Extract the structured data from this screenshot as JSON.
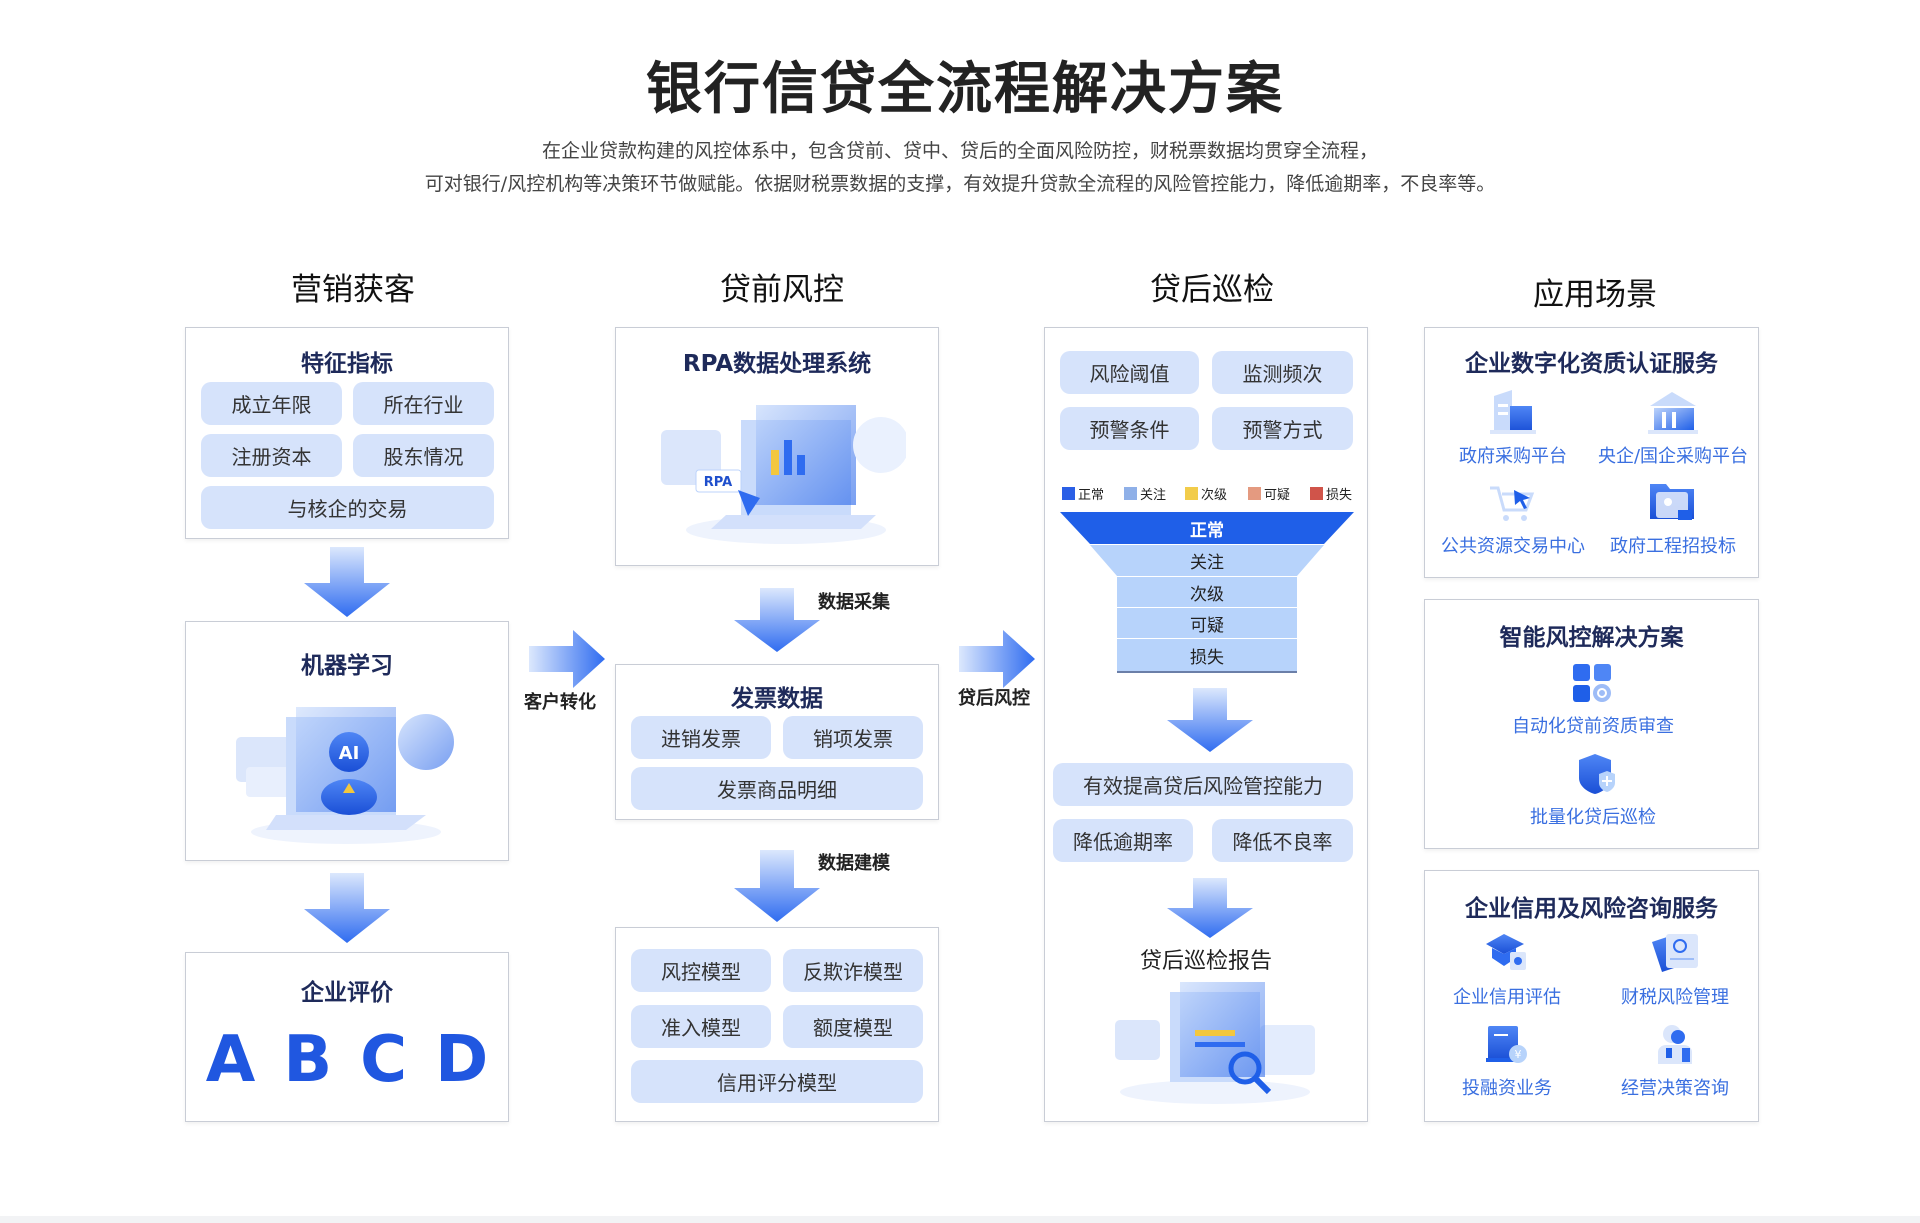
{
  "title": "银行信贷全流程解决方案",
  "subtitle": [
    "在企业贷款构建的风控体系中，包含贷前、贷中、贷后的全面风险防控，财税票数据均贯穿全流程，",
    "可对银行/风控机构等决策环节做赋能。依据财税票数据的支撑，有效提升贷款全流程的风险管控能力，降低逾期率，不良率等。"
  ],
  "columns": [
    "营销获客",
    "贷前风控",
    "贷后巡检",
    "应用场景"
  ],
  "col1": {
    "features_title": "特征指标",
    "features": [
      "成立年限",
      "所在行业",
      "注册资本",
      "股东情况",
      "与核企的交易"
    ],
    "ml_title": "机器学习",
    "ml_badge": "AI",
    "eval_title": "企业评价",
    "grades": [
      "A",
      "B",
      "C",
      "D"
    ]
  },
  "col2": {
    "rpa_title": "RPA数据处理系统",
    "rpa_badge": "RPA",
    "step1": "数据采集",
    "invoice_title": "发票数据",
    "invoice": [
      "进销发票",
      "销项发票",
      "发票商品明细"
    ],
    "step2": "数据建模",
    "models": [
      "风控模型",
      "反欺诈模型",
      "准入模型",
      "额度模型",
      "信用评分模型"
    ]
  },
  "connectors": {
    "left": "客户转化",
    "right": "贷后风控"
  },
  "col3": {
    "params": [
      "风险阈值",
      "监测频次",
      "预警条件",
      "预警方式"
    ],
    "legend": [
      {
        "label": "正常",
        "color": "#2a5fe6"
      },
      {
        "label": "关注",
        "color": "#8fb0e8"
      },
      {
        "label": "次级",
        "color": "#f2cc4a"
      },
      {
        "label": "可疑",
        "color": "#e49a80"
      },
      {
        "label": "损失",
        "color": "#d0544a"
      }
    ],
    "funnel": [
      "正常",
      "关注",
      "次级",
      "可疑",
      "损失"
    ],
    "effect": "有效提高贷后风险管控能力",
    "results": [
      "降低逾期率",
      "降低不良率"
    ],
    "report": "贷后巡检报告"
  },
  "col4": {
    "groups": [
      {
        "title": "企业数字化资质认证服务",
        "items": [
          {
            "label": "政府采购平台",
            "icon": "building-icon"
          },
          {
            "label": "央企/国企采购平台",
            "icon": "bank-icon"
          },
          {
            "label": "公共资源交易中心",
            "icon": "cart-click-icon"
          },
          {
            "label": "政府工程招投标",
            "icon": "folder-star-icon"
          }
        ]
      },
      {
        "title": "智能风控解决方案",
        "items": [
          {
            "label": "自动化贷前资质审查",
            "icon": "grid-search-icon"
          },
          {
            "label": "批量化贷后巡检",
            "icon": "shield-plus-icon"
          }
        ]
      },
      {
        "title": "企业信用及风险咨询服务",
        "items": [
          {
            "label": "企业信用评估",
            "icon": "graduation-cap-icon"
          },
          {
            "label": "财税风险管理",
            "icon": "chart-card-icon"
          },
          {
            "label": "投融资业务",
            "icon": "scroll-yuan-icon"
          },
          {
            "label": "经营决策咨询",
            "icon": "person-icon"
          }
        ]
      }
    ]
  },
  "colors": {
    "accent": "#2f6cf0",
    "chip": "#d6e3fb",
    "heading": "#1e2a5a",
    "link": "#3a6fe0"
  }
}
